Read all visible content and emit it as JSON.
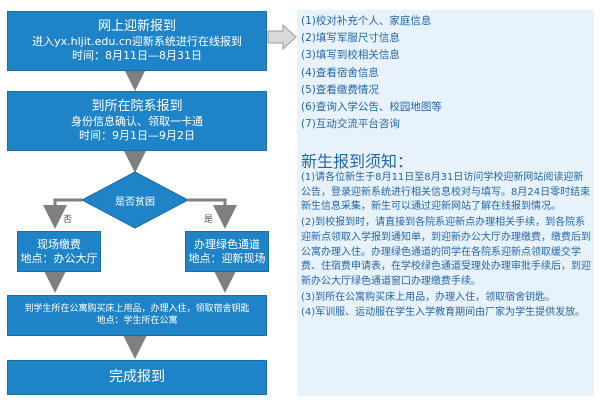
{
  "flow": {
    "online": {
      "title": "网上迎新报到",
      "line1": "进入yx.hljit.edu.cn迎新系统进行在线报到",
      "line2": "时间：8月11日—8月31日"
    },
    "arrive": {
      "title": "到所在院系报到",
      "line1": "身份信息确认、领取一卡通",
      "line2": "时间：9月1日—9月2日"
    },
    "decision": {
      "label": "是否贫困",
      "no": "否",
      "yes": "是"
    },
    "onsite": {
      "line1": "现场缴费",
      "line2": "地点：办公大厅"
    },
    "green": {
      "line1": "办理绿色通道",
      "line2": "地点：迎新现场"
    },
    "dorm": {
      "line1": "到学生所在公寓购买床上用品，办理入住，领取宿舍钥匙",
      "line2": "地点：学生所在公寓"
    },
    "complete": {
      "title": "完成报到"
    }
  },
  "steps": [
    "(1)校对补充个人、家庭信息",
    "(2)填写军服尺寸信息",
    "(3)填写到校相关信息",
    "(4)查看宿舍信息",
    "(5)查看缴费情况",
    "(6)查询入学公告、校园地图等",
    "(7)互动交流平台咨询"
  ],
  "notice": {
    "title": "新生报到须知：",
    "items": [
      "(1)请各位新生于8月11日至8月31日访问学校迎新网站阅读迎新公告，登录迎新系统进行相关信息校对与填写。8月24日零时结束新生信息采集，新生可以通过迎新网站了解在线报到情况。",
      "(2)到校报到时，请直接到各院系迎新点办理相关手续，到各院系迎新点领取入学报到通知单，到迎新办公大厅办理缴费，缴费后到公寓办理入住。办理绿色通道的同学在各院系迎新点领取缓交学费、住宿费申请表，在学校绿色通道受理处办理审批手续后，到迎新办公大厅绿色通道窗口办理缴费手续。",
      "(3)到所在公寓购买床上用品，办理入住，领取宿舍钥匙。",
      "(4)军训服、运动服在学生入学教育期间由厂家为学生提供发放。"
    ]
  },
  "colors": {
    "box": "#1f83c8",
    "text_blue": "#2367a8",
    "panel": "#e8f2fb"
  }
}
